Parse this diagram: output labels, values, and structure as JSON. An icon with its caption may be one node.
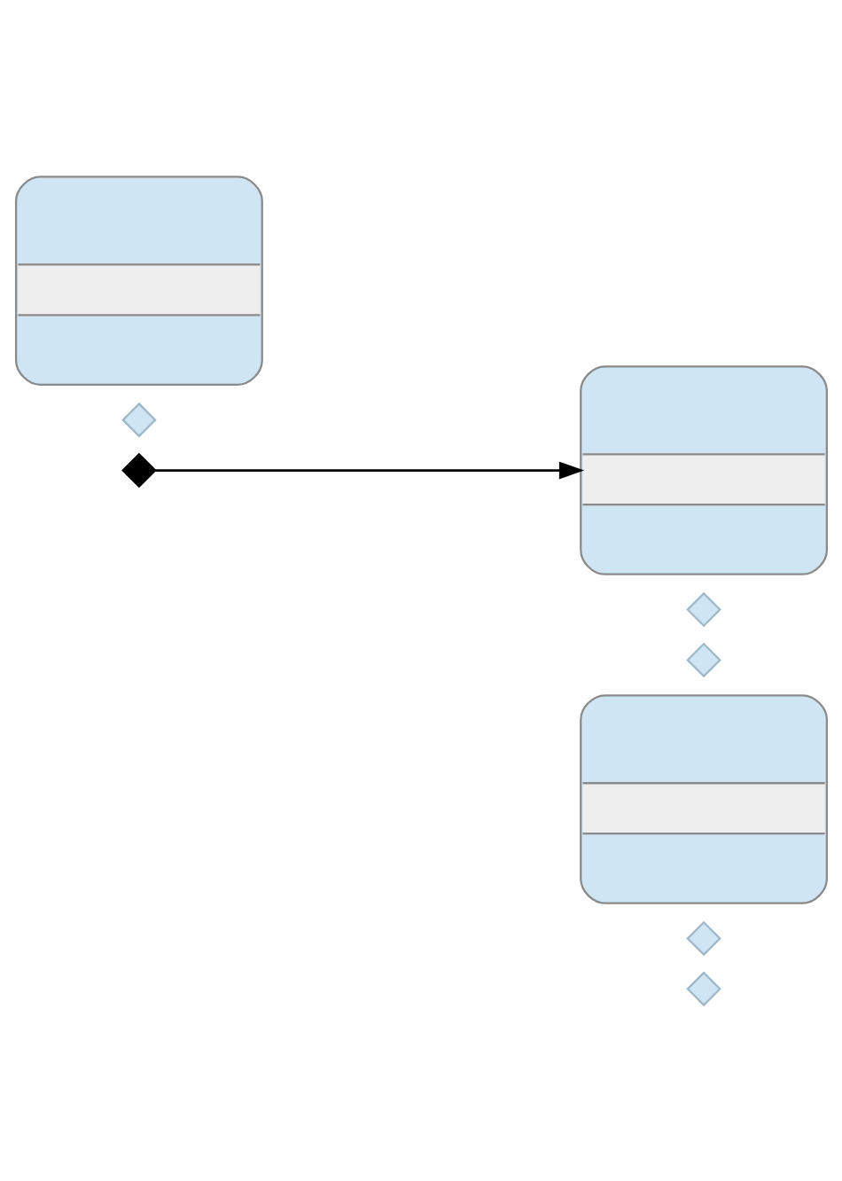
{
  "diagram": {
    "nodes": [
      {
        "text": [],
        "shape": "box"
      },
      {
        "text": [],
        "shape": "diamond"
      },
      {
        "text": [],
        "shape": "diamond"
      },
      {
        "text": [],
        "shape": "box"
      },
      {
        "text": [],
        "shape": "diamond"
      },
      {
        "text": [],
        "shape": "diamond"
      },
      {
        "text": [],
        "shape": "box"
      },
      {
        "text": [],
        "shape": "diamond"
      },
      {
        "text": [],
        "shape": "diamond"
      }
    ],
    "edges": [
      {
        "from": 1,
        "to": 3,
        "arrow": "to"
      }
    ]
  }
}
